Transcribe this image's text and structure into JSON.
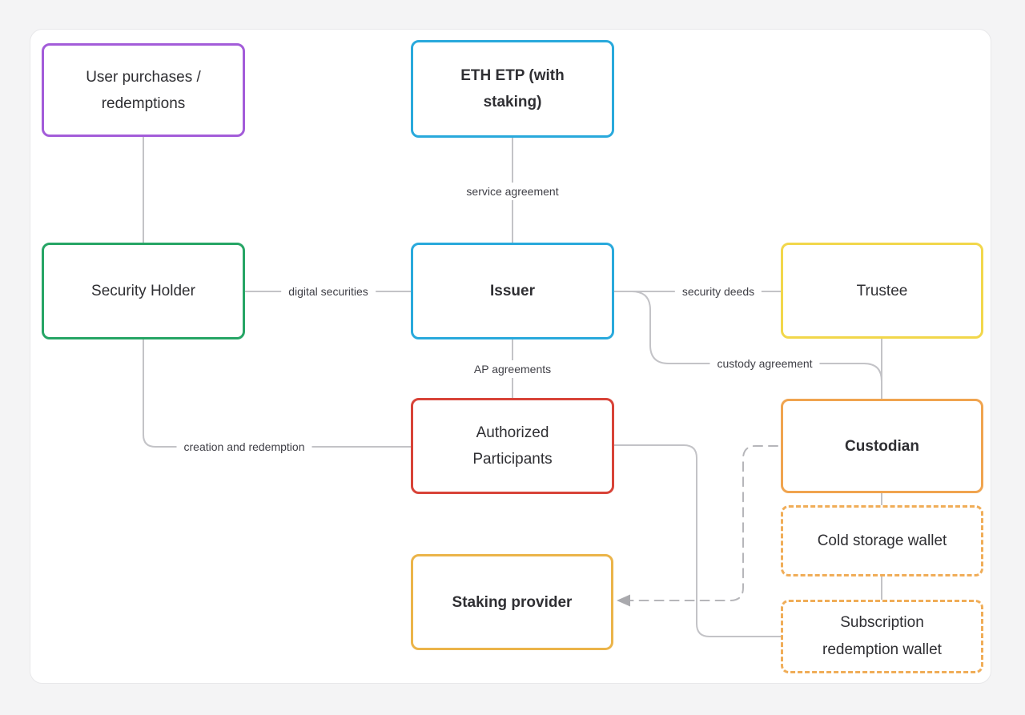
{
  "page": {
    "background": "#f4f4f5",
    "card_background": "#ffffff",
    "card_border": "#e8e8ea"
  },
  "connectors": {
    "line_color": "#c3c3c7",
    "dashed_color": "#b6b6ba",
    "arrow_color": "#a9a9ad"
  },
  "nodes": {
    "user_purchases": {
      "label": "User purchases / redemptions",
      "border": "#a35cd9"
    },
    "eth_etp": {
      "label": "ETH ETP (with staking)",
      "border": "#29a9dc"
    },
    "security_holder": {
      "label": "Security Holder",
      "border": "#26a565"
    },
    "issuer": {
      "label": "Issuer",
      "border": "#29a9dc"
    },
    "trustee": {
      "label": "Trustee",
      "border": "#f2d74b"
    },
    "authorized_participants": {
      "label": "Authorized Participants",
      "border": "#d84338"
    },
    "custodian": {
      "label": "Custodian",
      "border": "#f0a44f"
    },
    "cold_storage_wallet": {
      "label": "Cold storage wallet",
      "border": "#f0ad58"
    },
    "subscription_redemption_wallet": {
      "label": "Subscription redemption wallet",
      "border": "#f0ad58"
    },
    "staking_provider": {
      "label": "Staking provider",
      "border": "#ebb449"
    }
  },
  "edge_labels": {
    "service_agreement": "service agreement",
    "digital_securities": "digital securities",
    "security_deeds": "security deeds",
    "custody_agreement": "custody agreement",
    "ap_agreements": "AP agreements",
    "creation_and_redemption": "creation and redemption"
  }
}
